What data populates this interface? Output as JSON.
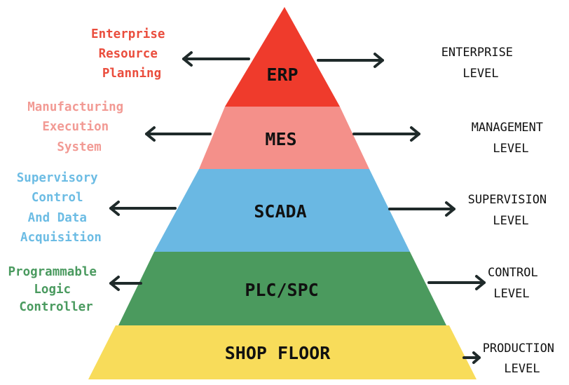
{
  "tiers": [
    {
      "label": "ERP",
      "color": "#ef3b2c",
      "left_lines": [
        "Enterprise",
        "Resource",
        "Planning"
      ],
      "left_color": "#ea4d3d",
      "right_lines": [
        "ENTERPRISE",
        "LEVEL"
      ]
    },
    {
      "label": "MES",
      "color": "#f4908a",
      "left_lines": [
        "Manufacturing",
        "Execution",
        "System"
      ],
      "left_color": "#f29a94",
      "right_lines": [
        "MANAGEMENT",
        "LEVEL"
      ]
    },
    {
      "label": "SCADA",
      "color": "#6ab8e3",
      "left_lines": [
        "Supervisory",
        "Control",
        "And Data",
        "Acquisition"
      ],
      "left_color": "#6cbce4",
      "right_lines": [
        "SUPERVISION",
        "LEVEL"
      ]
    },
    {
      "label": "PLC/SPC",
      "color": "#4b9a5e",
      "left_lines": [
        "Programmable",
        "Logic",
        "Controller"
      ],
      "left_color": "#4a9a5f",
      "right_lines": [
        "CONTROL",
        "LEVEL"
      ]
    },
    {
      "label": "SHOP FLOOR",
      "color": "#f8dc5a",
      "left_lines": [],
      "left_color": "#111111",
      "right_lines": [
        "PRODUCTION",
        "LEVEL"
      ]
    }
  ]
}
